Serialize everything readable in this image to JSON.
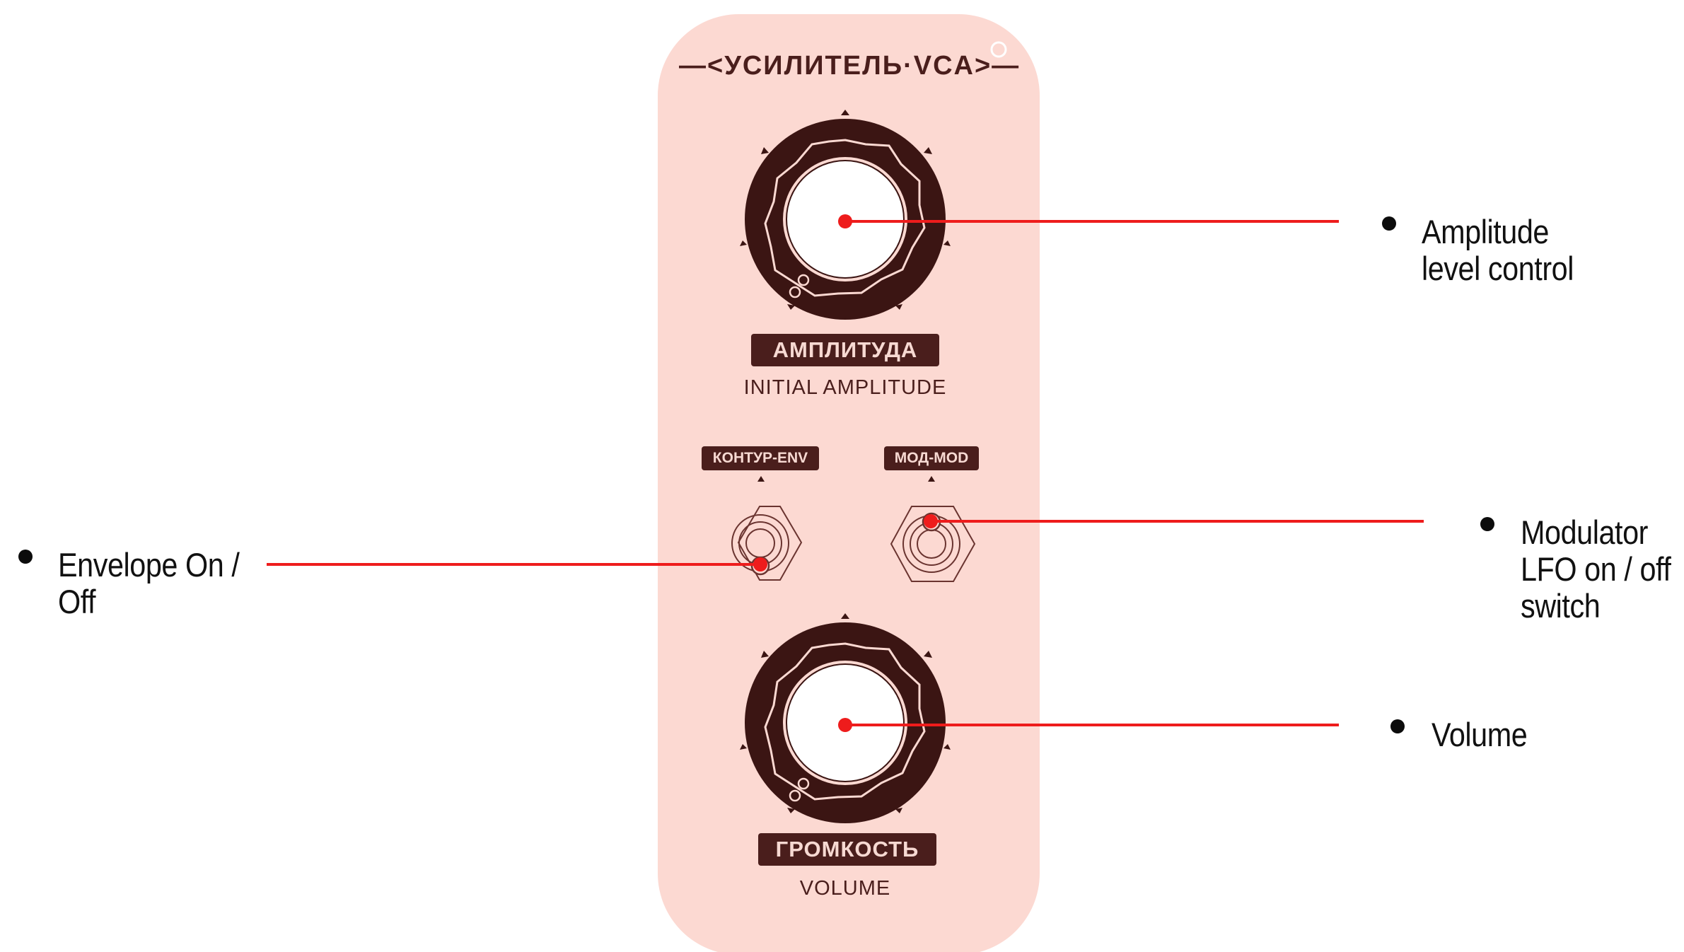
{
  "module": {
    "title": "—<УСИЛИТЕЛЬ·VCA>—",
    "panel_color": "#fcd9d2",
    "ink_color": "#3b1513",
    "accent_color": "#ee1c1c"
  },
  "knobs": {
    "amplitude": {
      "label_ru": "АМПЛИТУДА",
      "label_en": "INITIAL AMPLITUDE"
    },
    "volume": {
      "label_ru": "ГРОМКОСТЬ",
      "label_en": "VOLUME"
    }
  },
  "switches": {
    "envelope": {
      "label": "КОНТУР-ENV",
      "position": "down"
    },
    "modulation": {
      "label": "МОД-MOD",
      "position": "up"
    }
  },
  "callouts": {
    "amplitude": [
      "Amplitude",
      "level control"
    ],
    "envelope": [
      "Envelope On /",
      "Off"
    ],
    "modulator": [
      "Modulator",
      "LFO on / off",
      "switch"
    ],
    "volume": [
      "Volume"
    ]
  }
}
